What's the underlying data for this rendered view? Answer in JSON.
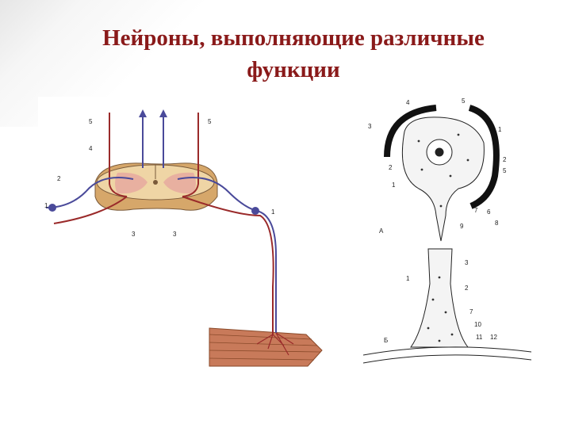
{
  "title": {
    "line1": "Нейроны, выполняющие различные",
    "line2": "функции"
  },
  "left_figure": {
    "labels": [
      "5",
      "5",
      "4",
      "2",
      "1",
      "1",
      "3",
      "3"
    ]
  },
  "right_figure": {
    "labels": [
      "4",
      "5",
      "3",
      "1",
      "2",
      "2",
      "5",
      "1",
      "6",
      "7",
      "8",
      "А",
      "9",
      "3",
      "1",
      "2",
      "7",
      "10",
      "11",
      "12",
      "Б"
    ]
  },
  "colors": {
    "title": "#8a1a1a",
    "sensory_nerve": "#4a4a9a",
    "motor_nerve": "#9a2a2a",
    "spinal_cord": "#e8c890",
    "muscle": "#c87a5a"
  }
}
